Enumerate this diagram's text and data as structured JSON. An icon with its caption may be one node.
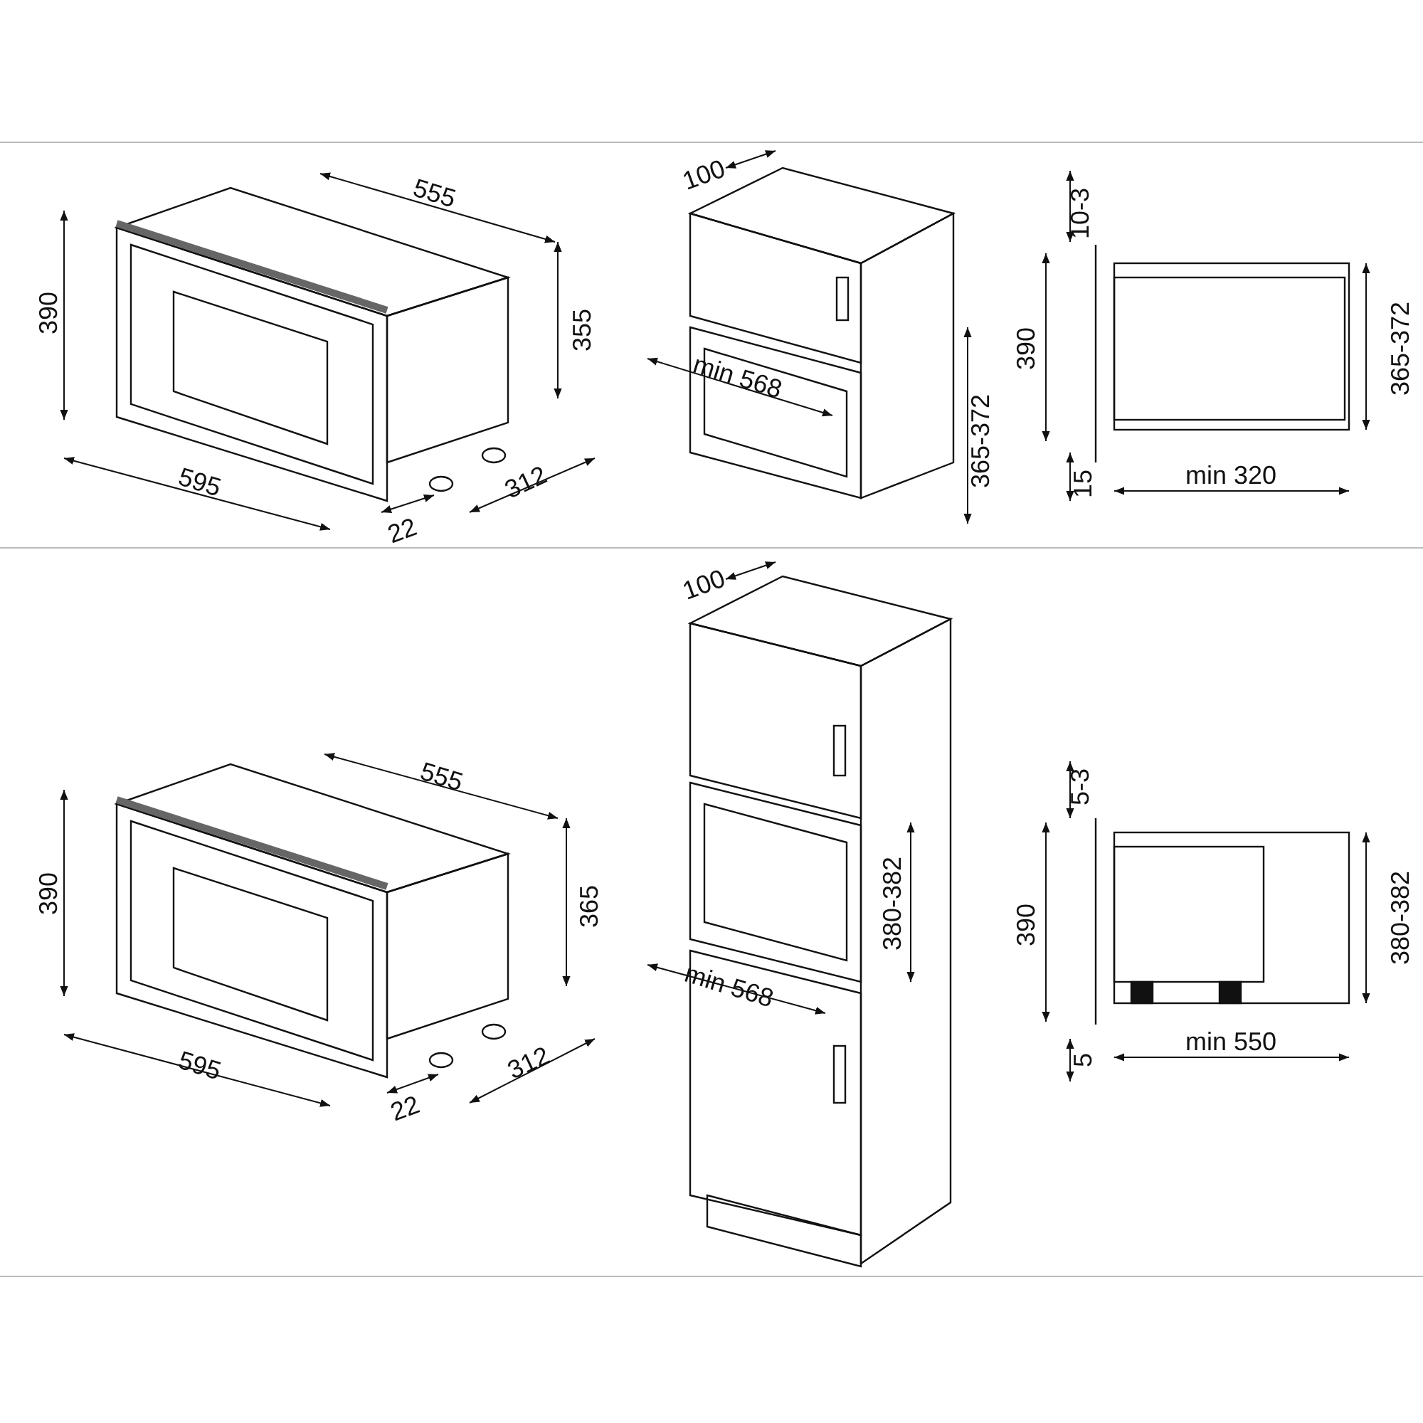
{
  "diagram": {
    "labels": [
      "555",
      "390",
      "355",
      "595",
      "22",
      "312",
      "100",
      "min 568",
      "365-372",
      "10-3",
      "390",
      "365-372",
      "15",
      "min 320",
      "555",
      "390",
      "365",
      "595",
      "22",
      "312",
      "100",
      "380-382",
      "min 568",
      "5-3",
      "390",
      "380-382",
      "5",
      "min 550"
    ]
  }
}
